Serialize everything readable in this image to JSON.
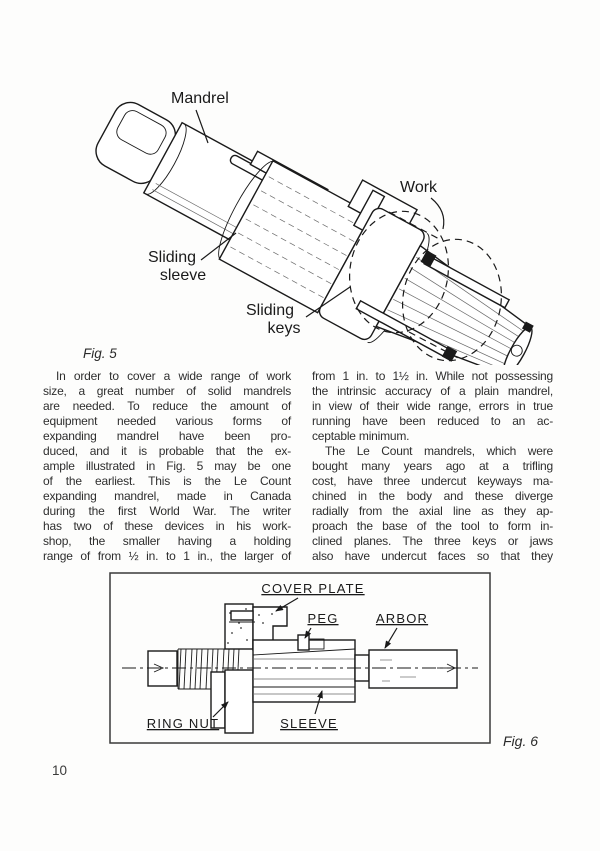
{
  "colors": {
    "ink": "#1a1a1a",
    "paper": "#fdfdfc"
  },
  "page": {
    "number": "10"
  },
  "fig5": {
    "caption": "Fig. 5",
    "labels": {
      "mandrel": "Mandrel",
      "sliding_sleeve_line1": "Sliding",
      "sliding_sleeve_line2": "sleeve",
      "sliding_keys_line1": "Sliding",
      "sliding_keys_line2": "keys",
      "work": "Work"
    }
  },
  "fig6": {
    "caption": "Fig. 6",
    "labels": {
      "cover_plate": "COVER PLATE",
      "peg": "PEG",
      "arbor": "ARBOR",
      "ring_nut": "RING NUT",
      "sleeve": "SLEEVE"
    }
  },
  "columns": {
    "left": {
      "paragraphs": [
        {
          "indent": true,
          "justify_last": true,
          "lines": [
            "In order to cover a wide range of work",
            "size, a great number of solid mandrels",
            "are needed. To reduce the amount of",
            "equipment needed various forms of",
            "expanding mandrel have been pro-",
            "duced, and it is probable that the ex-",
            "ample illustrated in Fig. 5 may be one",
            "of the earliest. This is the Le Count",
            "expanding mandrel, made in Canada",
            "during the first World War. The writer",
            "has two of these devices in his work-",
            "shop, the smaller having a holding",
            "range of from ½ in. to 1 in., the larger of"
          ]
        }
      ]
    },
    "right": {
      "paragraphs": [
        {
          "indent": false,
          "justify_last": false,
          "lines": [
            "from 1 in. to 1½ in. While not possessing",
            "the intrinsic accuracy of a plain mandrel,",
            "in view of their wide range, errors in true",
            "running have been reduced to an ac-",
            "ceptable minimum."
          ]
        },
        {
          "indent": true,
          "justify_last": true,
          "lines": [
            "The Le Count mandrels, which were",
            "bought many years ago at a trifling",
            "cost, have three undercut keyways ma-",
            "chined in the body and these diverge",
            "radially from the axial line as they ap-",
            "proach the base of the tool to form in-",
            "clined planes. The three keys or jaws",
            "also have undercut faces so that they"
          ]
        }
      ]
    }
  }
}
